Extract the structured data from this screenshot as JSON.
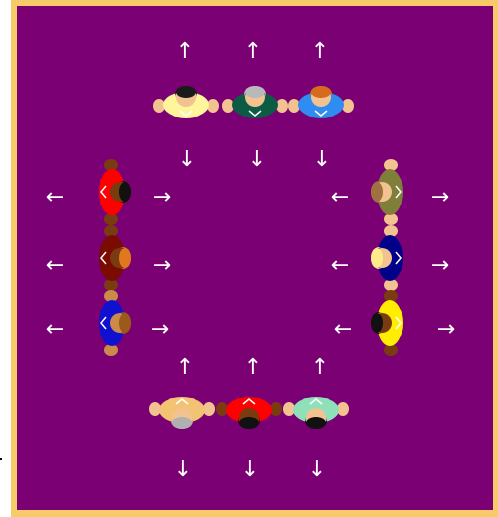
{
  "arrows": {
    "up": "↑",
    "down": "↓",
    "left": "←",
    "right": "→"
  },
  "colors": {
    "board_border": "#f7cb6a",
    "board_fill": "#7b0073",
    "arrow": "#ffffff"
  },
  "groups": [
    {
      "name": "top",
      "orientation": "horizontal",
      "dancers": [
        {
          "shirt": "#fff59a",
          "hair": "#1a1a1a",
          "skin": "#f2c290"
        },
        {
          "shirt": "#0b5b45",
          "hair": "#b9b9b9",
          "skin": "#f2c290"
        },
        {
          "shirt": "#2f8cf0",
          "hair": "#d66a1e",
          "skin": "#f2c290"
        }
      ]
    },
    {
      "name": "left",
      "orientation": "vertical-left",
      "dancers": [
        {
          "shirt": "#ff0000",
          "hair": "#111111",
          "skin": "#7a3b10"
        },
        {
          "shirt": "#7a0b00",
          "hair": "#e07820",
          "skin": "#7a3b10"
        },
        {
          "shirt": "#1010d0",
          "hair": "#9b5a1a",
          "skin": "#c98a4a"
        }
      ]
    },
    {
      "name": "right",
      "orientation": "vertical-right",
      "dancers": [
        {
          "shirt": "#7f7f3a",
          "hair": "#a07040",
          "skin": "#f2c290"
        },
        {
          "shirt": "#000088",
          "hair": "#ffeb8a",
          "skin": "#f2c290"
        },
        {
          "shirt": "#ffee00",
          "hair": "#111111",
          "skin": "#7a3b10"
        }
      ]
    },
    {
      "name": "bottom",
      "orientation": "horizontal-bottom",
      "dancers": [
        {
          "shirt": "#f3c374",
          "hair": "#b0b0b0",
          "skin": "#f2c290"
        },
        {
          "shirt": "#ff0000",
          "hair": "#111111",
          "skin": "#7a3b10"
        },
        {
          "shirt": "#8ee0b8",
          "hair": "#111111",
          "skin": "#f2c290"
        }
      ]
    }
  ]
}
